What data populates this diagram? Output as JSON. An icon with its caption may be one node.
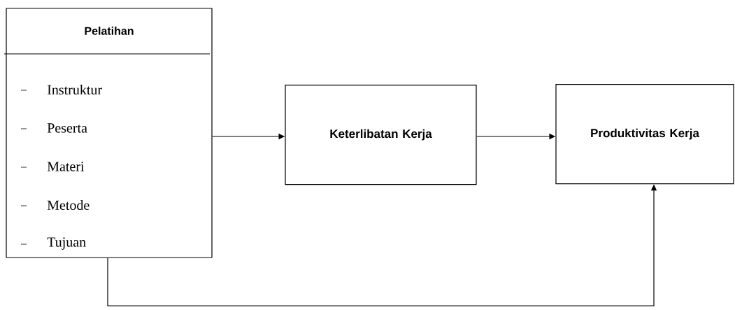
{
  "diagram": {
    "nodes": [
      {
        "text": [
          "Pelatihan",
          "Instruktur",
          "Peserta",
          "Materi",
          "Metode",
          "Tujuan"
        ]
      },
      {
        "text": [
          "Keterlibatan Kerja"
        ]
      },
      {
        "text": [
          "Produktivitas Kerja"
        ]
      }
    ],
    "edges": [
      {
        "from": 0,
        "to": 1,
        "arrow": "to"
      },
      {
        "from": 1,
        "to": 2,
        "arrow": "to"
      },
      {
        "from": 0,
        "to": 2,
        "arrow": "to"
      }
    ]
  }
}
